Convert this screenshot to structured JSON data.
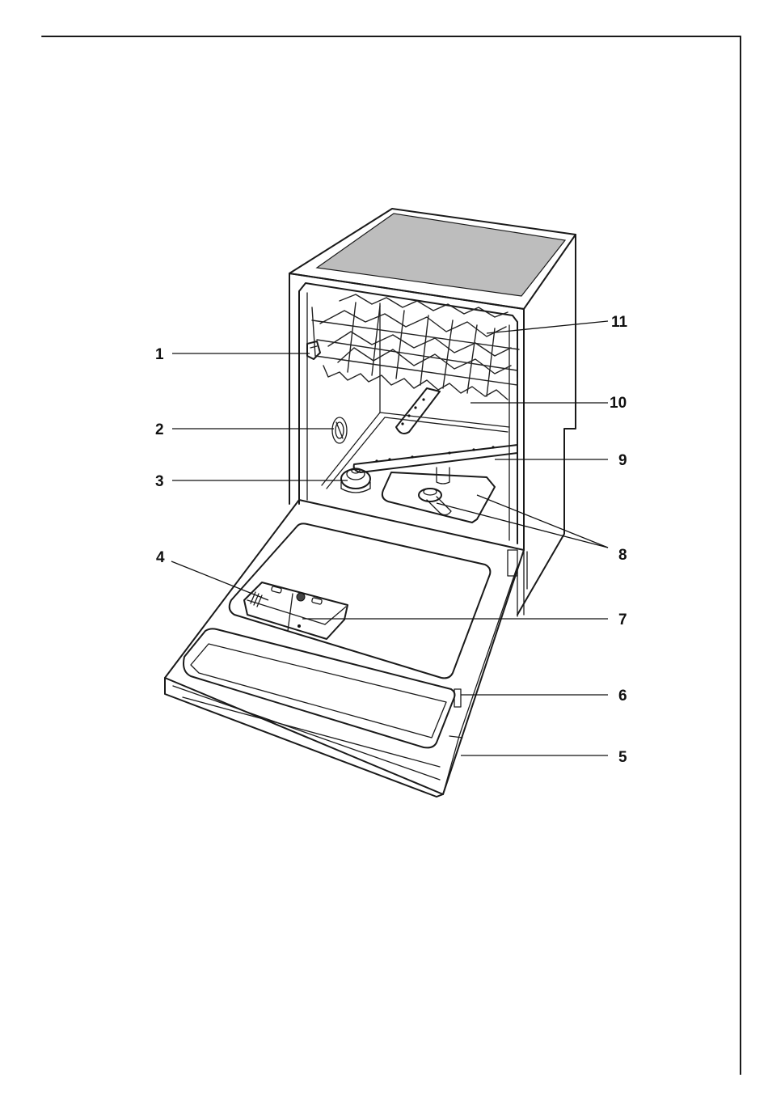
{
  "figure": {
    "callouts": [
      {
        "number": "1"
      },
      {
        "number": "2"
      },
      {
        "number": "3"
      },
      {
        "number": "4"
      },
      {
        "number": "5"
      },
      {
        "number": "6"
      },
      {
        "number": "7"
      },
      {
        "number": "8"
      },
      {
        "number": "9"
      },
      {
        "number": "10"
      },
      {
        "number": "11"
      }
    ]
  },
  "colors": {
    "line": "#1a1a1a",
    "top_panel": "#bdbdbd",
    "background": "#ffffff"
  }
}
